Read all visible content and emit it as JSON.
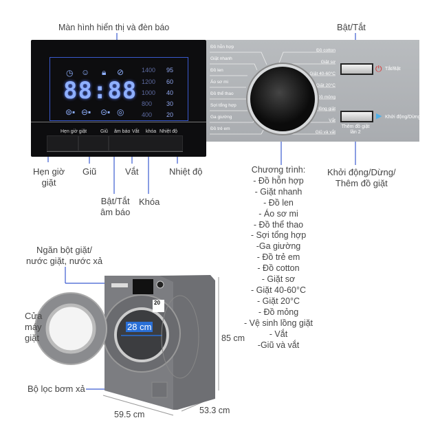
{
  "top_labels": {
    "display": "Màn hình hiển thị và đèn báo",
    "power": "Bật/Tắt"
  },
  "display_panel": {
    "digits": "88:88",
    "icons": [
      "clock-icon",
      "smiley-icon",
      "lock-icon",
      "mute-icon"
    ],
    "phase_icons": [
      "wash-icon",
      "rinse-icon",
      "spin-icon",
      "drain-icon"
    ],
    "spin_speeds": [
      "1400",
      "1200",
      "1000",
      "800",
      "400"
    ],
    "temperatures": [
      "95",
      "60",
      "40",
      "30",
      "20"
    ],
    "button_labels": {
      "timer": "Hẹn giờ giặt",
      "rinse": "Giũ",
      "sound": "âm báo",
      "spin": "Vắt",
      "lock": "khóa",
      "temp": "Nhiệt độ"
    }
  },
  "control_panel": {
    "programs_left": [
      "Đồ hỗn hợp",
      "Giặt nhanh",
      "Đồ len",
      "Áo sơ mi",
      "Đồ thể thao",
      "Sợi tổng hợp",
      "Ga giường",
      "Đồ trẻ em"
    ],
    "programs_right": [
      "Đồ cotton",
      "Giặt sơ",
      "Giặt 40-60°C",
      "Giặt 20°C",
      "Đồ mỏng",
      "Vệ sinh lồng giặt",
      "Vắt",
      "Giũ và vắt"
    ],
    "power_label": "Tắt/Bật",
    "start_label": "Khởi động/Dừng",
    "start_sub": "Thêm đồ giặt lần 2"
  },
  "callouts": {
    "timer": [
      "Hẹn giờ",
      "giặt"
    ],
    "rinse": "Giũ",
    "spin": "Vắt",
    "temp": "Nhiệt độ",
    "sound": [
      "Bật/Tắt",
      "âm báo"
    ],
    "lock": "Khóa",
    "program_title": "Chương trình:",
    "programs": [
      "- Đồ hỗn hợp",
      "- Giặt nhanh",
      "- Đồ len",
      "- Áo sơ mi",
      "- Đồ thể thao",
      "- Sợi tổng hợp",
      "-Ga giường",
      "- Đồ trẻ em",
      "- Đồ cotton",
      "- Giặt sơ",
      "- Giặt 40-60°C",
      "- Giặt 20°C",
      "- Đồ mỏng",
      "- Vệ sinh lồng giặt",
      "- Vắt",
      "-Giũ và vắt"
    ],
    "start": [
      "Khởi động/Dừng/",
      "Thêm đồ giặt"
    ]
  },
  "machine": {
    "detergent": [
      "Ngăn bột giặt/",
      "nước giặt, nước xả"
    ],
    "door": [
      "Cửa",
      "máy",
      "giặt"
    ],
    "filter": "Bộ lọc bơm xả",
    "drum_diameter": "28 cm",
    "height": "85 cm",
    "width": "59.5 cm",
    "depth": "53.3 cm",
    "energy_badge": "20"
  },
  "colors": {
    "accent_line": "#3a5ad0",
    "display_glow": "#8fb0ff",
    "panel_silver": "#b1b4b8",
    "drum_label": "#2a6fd6"
  }
}
